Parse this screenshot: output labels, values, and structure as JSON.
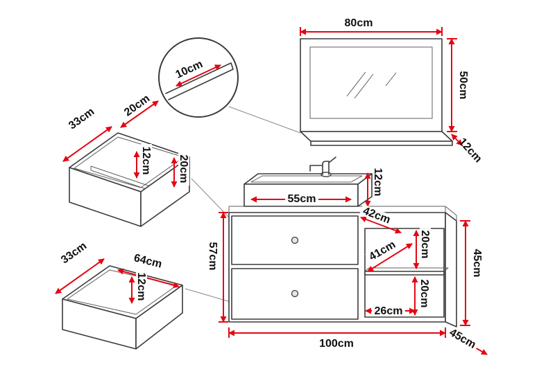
{
  "figure": {
    "type": "furniture-dimension-diagram",
    "pieces": [
      "mirror",
      "mirror-shelf-detail",
      "drawer-organizer-box",
      "drawer-box",
      "vanity-cabinet-with-sink"
    ]
  },
  "colors": {
    "dimension_red": "#e30613",
    "line_dark": "#3a3a3a",
    "background": "#ffffff"
  },
  "labels": {
    "mirror_width": "80cm",
    "mirror_height": "50cm",
    "mirror_shelf_depth": "12cm",
    "detail_shelf": "10cm",
    "organizer_depth": "33cm",
    "organizer_width": "20cm",
    "organizer_inner_height": "12cm",
    "organizer_height": "20cm",
    "drawer_depth": "33cm",
    "drawer_width": "64cm",
    "drawer_inner_height": "12cm",
    "sink_width": "55cm",
    "sink_height": "12cm",
    "counter_depth": "42cm",
    "cabinet_height": "57cm",
    "niche_depth": "41cm",
    "niche_upper_height": "20cm",
    "niche_lower_height": "20cm",
    "niche_width": "26cm",
    "side_height": "45cm",
    "cabinet_width": "100cm",
    "cabinet_depth": "45cm"
  }
}
